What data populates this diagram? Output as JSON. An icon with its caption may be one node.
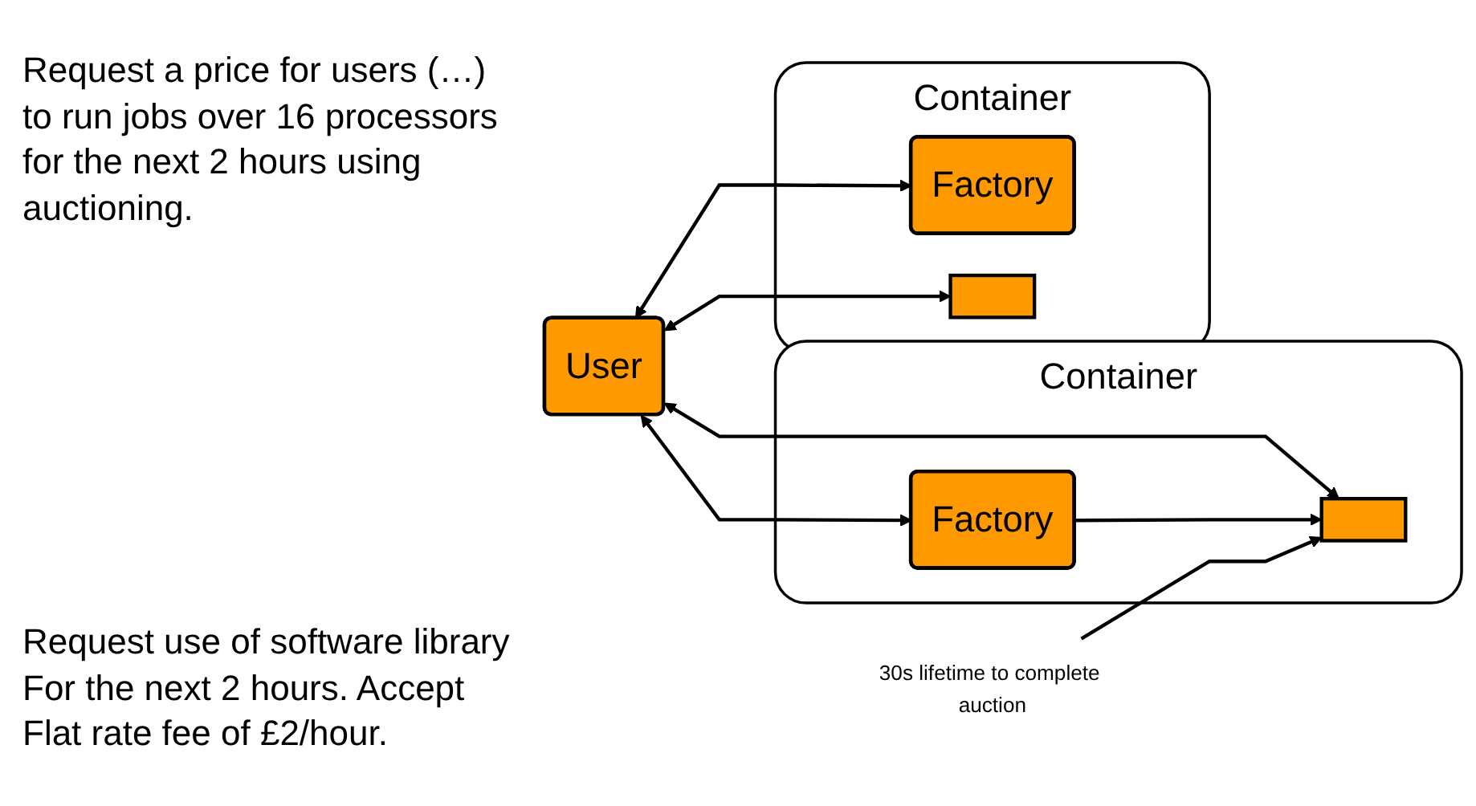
{
  "diagram": {
    "nodes": [
      {
        "text": [
          "User"
        ]
      },
      {
        "text": [
          "Container"
        ]
      },
      {
        "text": [
          "Factory"
        ],
        "in": 1
      },
      {
        "text": [],
        "shape": "box",
        "in": 1
      },
      {
        "text": [
          "30s lifetime to complete auction"
        ]
      },
      {
        "text": [
          "Container"
        ]
      },
      {
        "text": [
          "Factory"
        ],
        "in": 5
      },
      {
        "text": [],
        "shape": "box",
        "in": 5
      }
    ],
    "edges": [
      {
        "from": 0,
        "to": 2,
        "arrow": "both"
      },
      {
        "from": 0,
        "to": 3,
        "arrow": "both"
      },
      {
        "from": 2,
        "to": 3,
        "arrow": "to"
      },
      {
        "from": 4,
        "to": 3,
        "arrow": "to"
      },
      {
        "from": 0,
        "to": 6,
        "arrow": "both"
      },
      {
        "from": 0,
        "to": 7,
        "arrow": "both"
      }
    ],
    "labels": [
      "Request a price for users (…) to run jobs over 16 processors for the next 2 hours using auctioning.",
      "Request use of software library For the next 2 hours. Accept Flat rate fee of £2/hour."
    ]
  }
}
